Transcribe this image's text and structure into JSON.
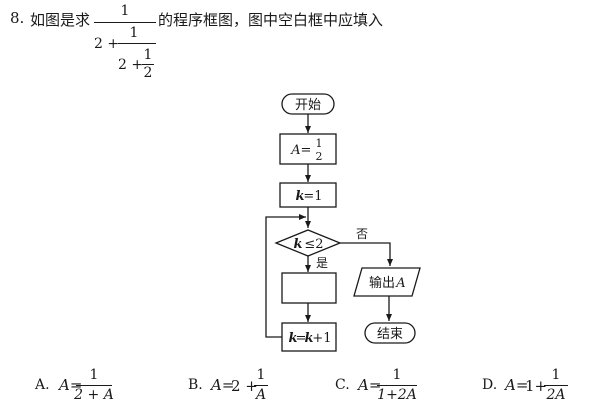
{
  "question": {
    "number": "8.",
    "text_before": "如图是求",
    "text_after": "的程序框图，图中空白框中应填入",
    "expression": {
      "top_num": "1",
      "mid_lead": "2 +",
      "mid_num": "1",
      "bot_lead": "2 +",
      "bot_num": "1",
      "bot_den": "2"
    }
  },
  "flowchart": {
    "start": "开始",
    "init_a_lhs": "A",
    "init_a_eq": "=",
    "init_a_num": "1",
    "init_a_den": "2",
    "init_k": "k",
    "init_k_eq": "=1",
    "cond_k": "k",
    "cond_rest": "≤2",
    "yes": "是",
    "no": "否",
    "output_prefix": "输出",
    "output_var": "A",
    "incr_k1": "k",
    "incr_eq": "=",
    "incr_k2": "k",
    "incr_plus": "+1",
    "end": "结束"
  },
  "options": [
    {
      "letter": "A.",
      "lhs": "A=",
      "lead": "",
      "num": "1",
      "den": "2 + A"
    },
    {
      "letter": "B.",
      "lhs": "A=",
      "lead": "2 +",
      "num": "1",
      "den": "A"
    },
    {
      "letter": "C.",
      "lhs": "A=",
      "lead": "",
      "num": "1",
      "den": "1+2A"
    },
    {
      "letter": "D.",
      "lhs": "A=",
      "lead": "1+",
      "num": "1",
      "den": "2A"
    }
  ]
}
